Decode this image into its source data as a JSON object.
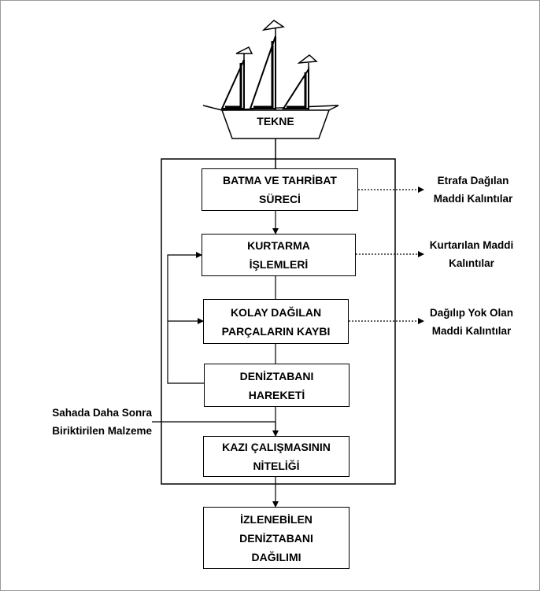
{
  "ship": {
    "label": "TEKNE"
  },
  "process_boxes": [
    {
      "line1": "BATMA VE TAHRİBAT",
      "line2": "SÜRECİ"
    },
    {
      "line1": "KURTARMA",
      "line2": "İŞLEMLERİ"
    },
    {
      "line1": "KOLAY DAĞILAN",
      "line2": "PARÇALARIN KAYBI"
    },
    {
      "line1": "DENİZTABANI",
      "line2": "HAREKETİ"
    },
    {
      "line1": "KAZI ÇALIŞMASININ",
      "line2": "NİTELİĞİ"
    }
  ],
  "final_box": {
    "line1": "İZLENEBİLEN",
    "line2": "DENİZTABANI",
    "line3": "DAĞILIMI"
  },
  "side_outputs": [
    {
      "line1": "Etrafa Dağılan",
      "line2": "Maddi Kalıntılar"
    },
    {
      "line1": "Kurtarılan Maddi",
      "line2": "Kalıntılar"
    },
    {
      "line1": "Dağılıp Yok Olan",
      "line2": "Maddi Kalıntılar"
    }
  ],
  "input_label": {
    "line1": "Sahada Daha Sonra",
    "line2": "Biriktirilen Malzeme"
  },
  "colors": {
    "line": "#000000",
    "frame": "#9a9a9a"
  }
}
